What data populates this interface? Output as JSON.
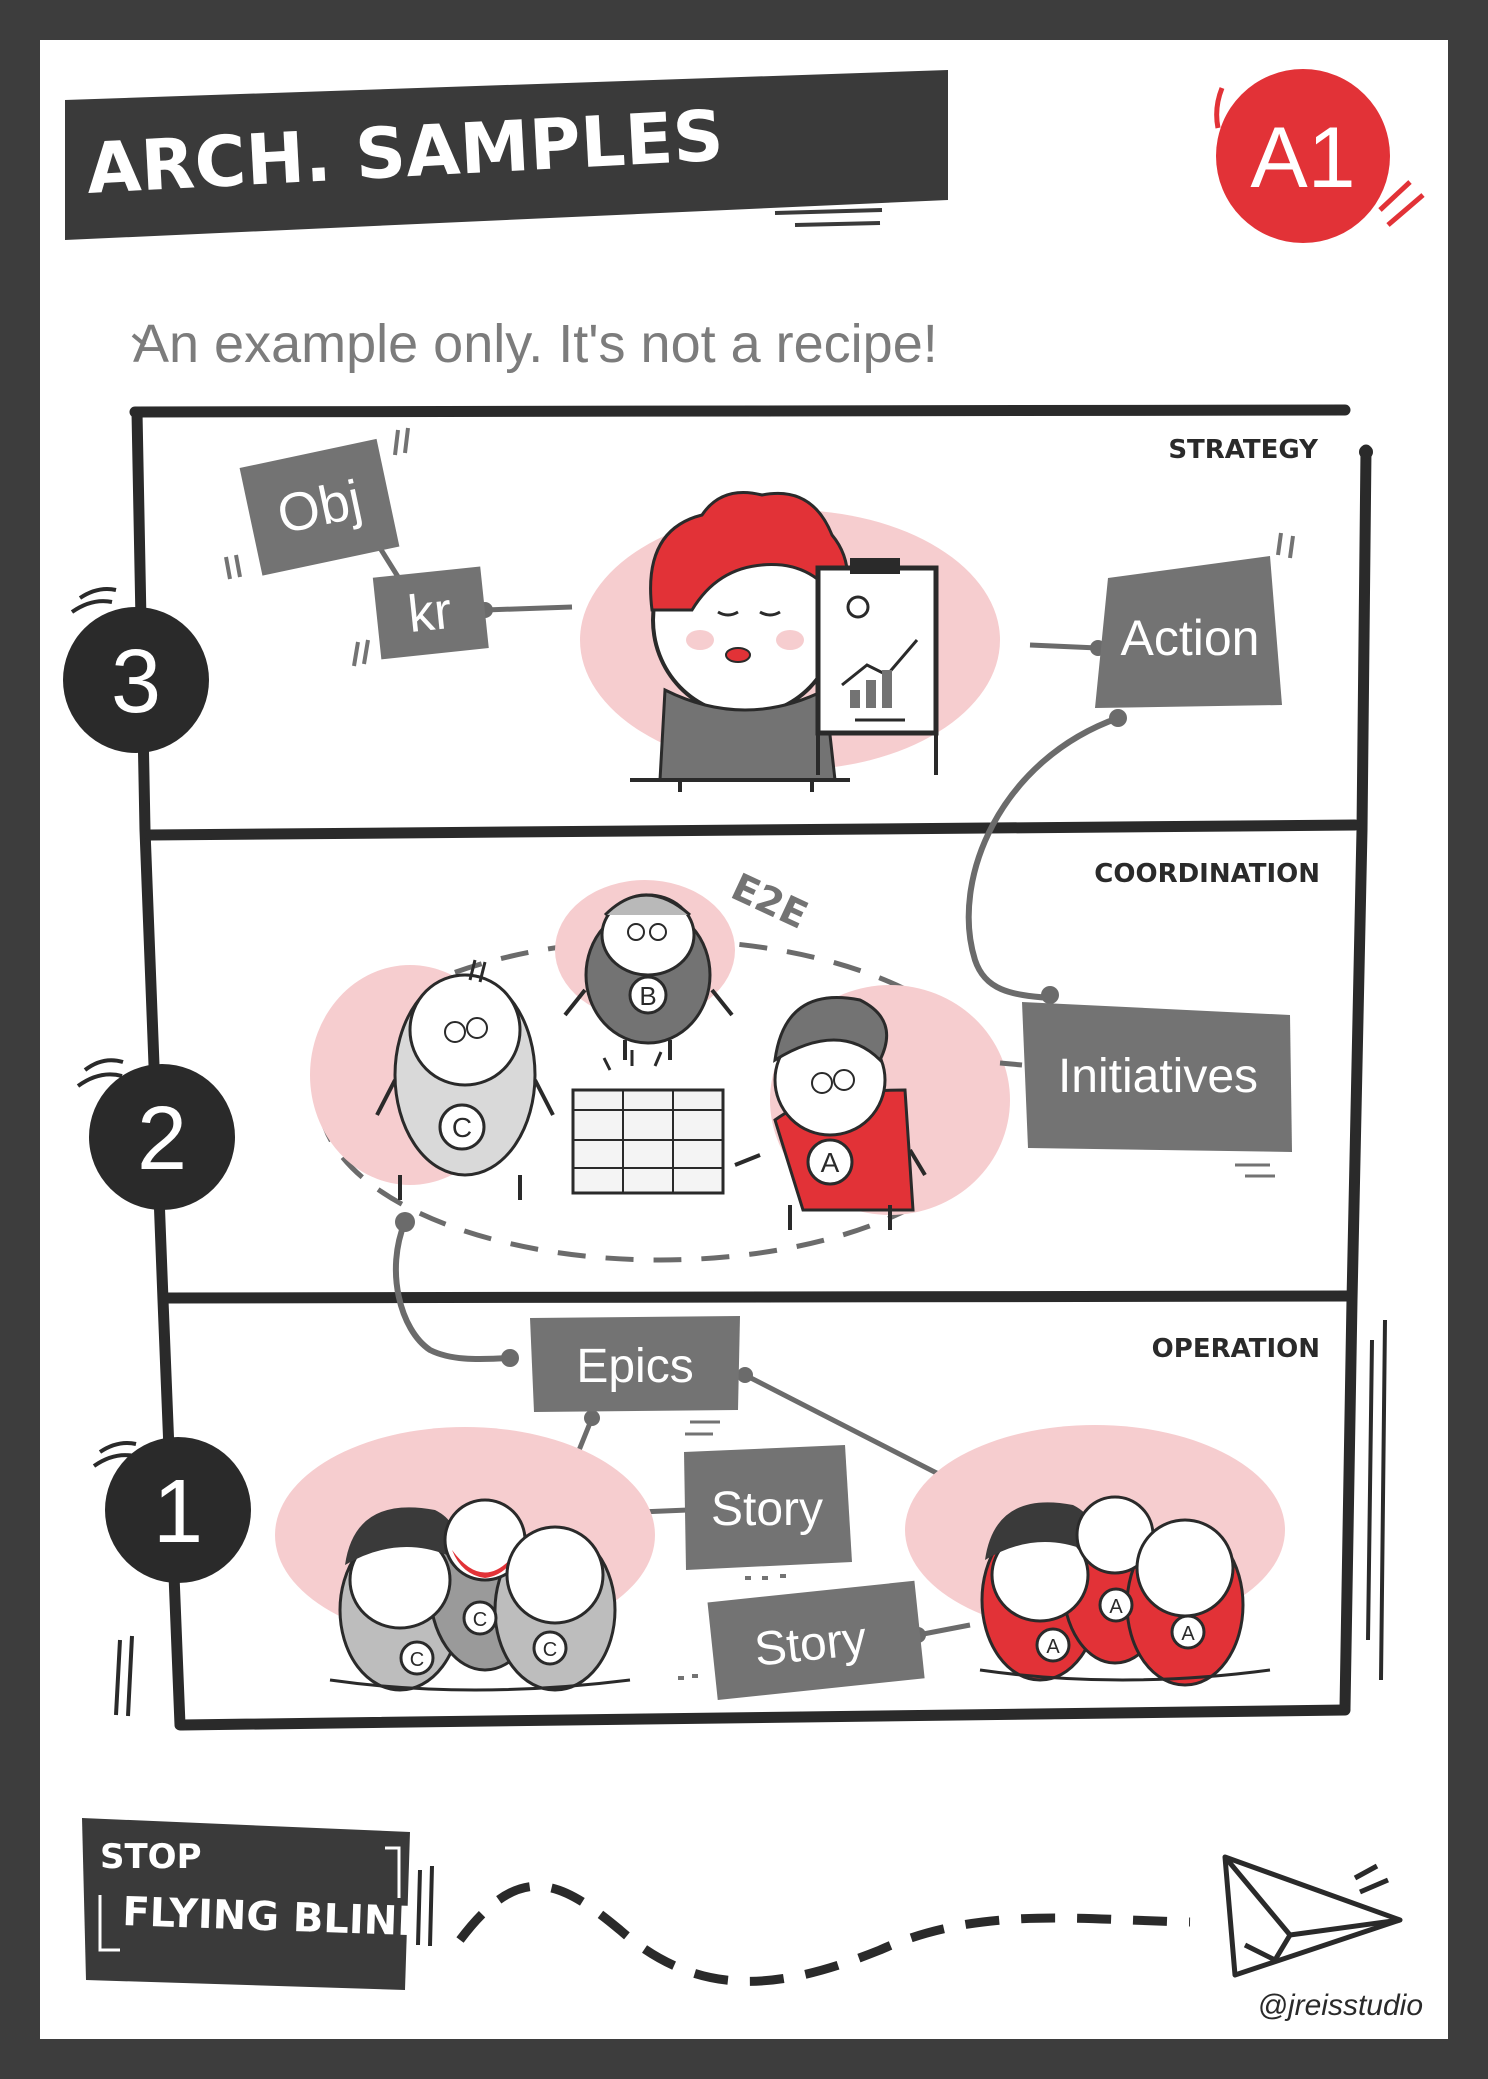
{
  "header": {
    "title": "ARCH. SAMPLES",
    "badge": "A1"
  },
  "subtitle": "An example only. It's not a recipe!",
  "layers": [
    {
      "level": "3",
      "name": "STRATEGY"
    },
    {
      "level": "2",
      "name": "COORDINATION"
    },
    {
      "level": "1",
      "name": "OPERATION"
    }
  ],
  "strategy": {
    "obj_label": "Obj",
    "kr_label": "kr",
    "action_label": "Action"
  },
  "coordination": {
    "e2e_label": "E2E",
    "initiatives_label": "Initiatives",
    "team_b": "B",
    "team_c": "C",
    "team_a": "A"
  },
  "operation": {
    "epics_label": "Epics",
    "story_label_1": "Story",
    "story_label_2": "Story",
    "team_c": "C",
    "team_a": "A"
  },
  "footer": {
    "stop_label": "STOP",
    "flying_label": "FLYING BLIND",
    "signature": "@jreisstudio"
  },
  "colors": {
    "frame": "#3d3d3d",
    "ink": "#2a2a2a",
    "box_gray": "#737373",
    "accent_red": "#e23237",
    "pink": "#f6cdcf"
  }
}
